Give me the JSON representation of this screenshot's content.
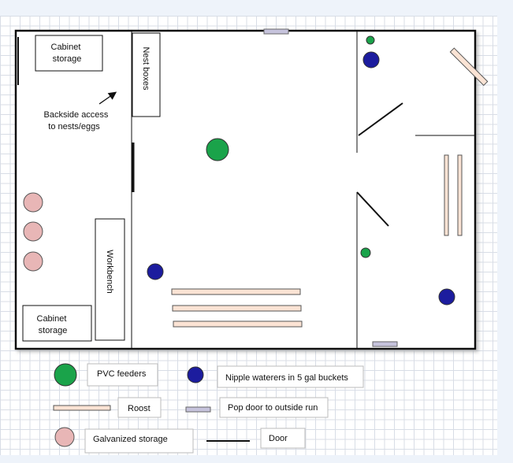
{
  "plan": {
    "cabinet_top": "Cabinet storage",
    "nest_boxes": "Nest boxes",
    "backside_access": "Backside access to nests/eggs",
    "workbench": "Workbench",
    "cabinet_bottom": "Cabinet storage"
  },
  "legend": {
    "pvc_feeders": "PVC feeders",
    "nipple_waterers": "Nipple waterers in 5 gal buckets",
    "roost": "Roost",
    "pop_door": "Pop door to outside run",
    "galvanized_storage": "Galvanized storage",
    "door": "Door"
  },
  "colors": {
    "feeder": "#1aa34a",
    "waterer": "#1c1c9e",
    "roost": "#fbe3d4",
    "pop_door": "#c6c3dc",
    "galvanized": "#e8b6b6"
  }
}
